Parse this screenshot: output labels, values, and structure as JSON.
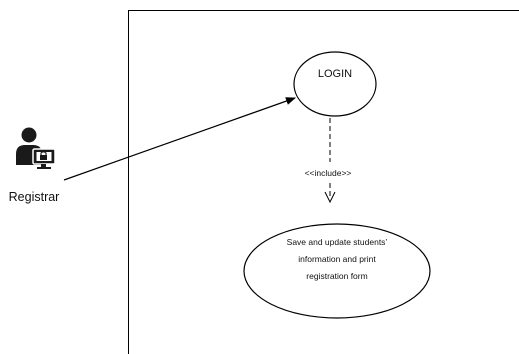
{
  "diagram": {
    "actor": {
      "name": "Registrar",
      "icon": "user-with-computer-icon"
    },
    "use_cases": {
      "login": {
        "label": "LOGIN"
      },
      "save": {
        "lines": [
          "Save and update students’",
          "information and print",
          "registration form"
        ]
      }
    },
    "relationship": {
      "label": "<<include>>"
    }
  },
  "colors": {
    "stroke": "#000000",
    "background": "#ffffff",
    "actor_icon": "#1a1a1a"
  }
}
